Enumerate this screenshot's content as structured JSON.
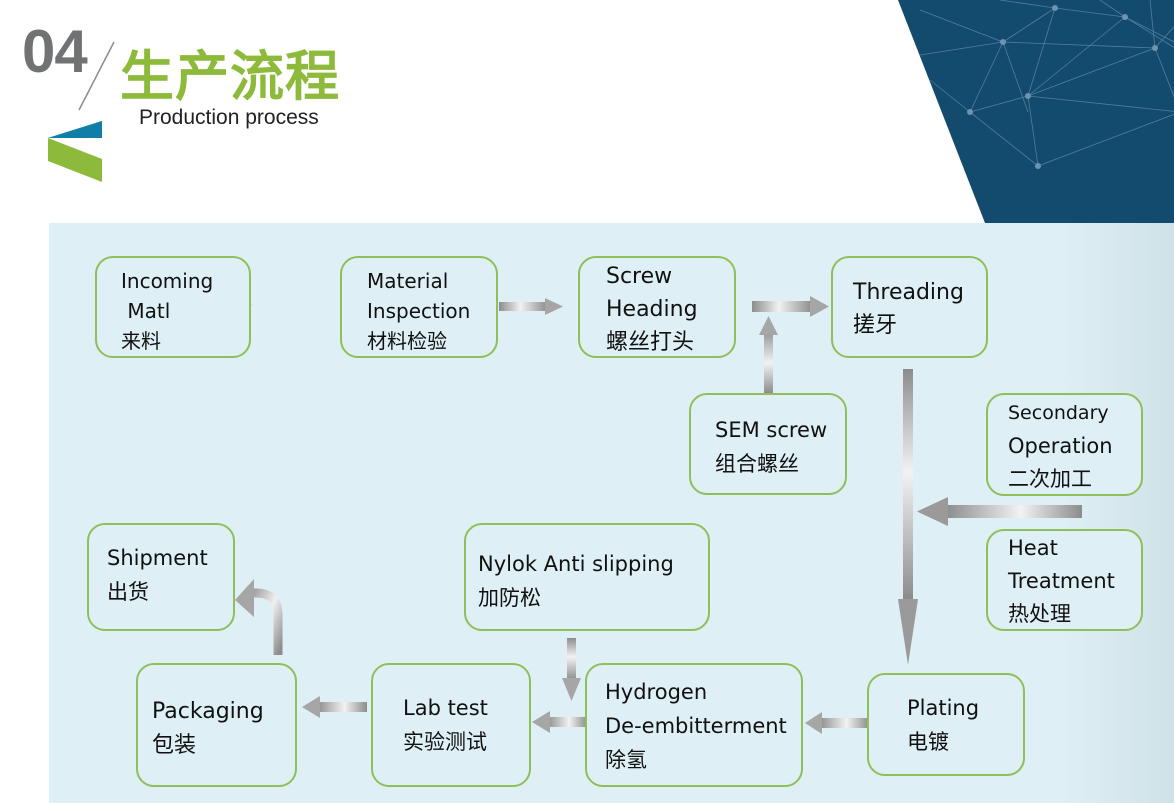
{
  "header": {
    "section_number": "04",
    "title_cn": "生产流程",
    "title_en": "Production process"
  },
  "colors": {
    "accent_green": "#8dba3b",
    "accent_blue": "#0f7fa8",
    "navy": "#144b6e",
    "panel_bg": "#def0f5",
    "node_border": "#8fbf5a"
  },
  "nodes": {
    "incoming": {
      "lines": [
        "Incoming",
        " Matl",
        "来料"
      ]
    },
    "inspection": {
      "lines": [
        "Material",
        "Inspection",
        "材料检验"
      ]
    },
    "heading": {
      "lines": [
        "Screw",
        "Heading",
        "螺丝打头"
      ]
    },
    "threading": {
      "lines": [
        "Threading",
        "搓牙"
      ]
    },
    "sem": {
      "lines": [
        "SEM screw",
        "组合螺丝"
      ]
    },
    "secondary": {
      "lines": [
        "Secondary",
        "Operation",
        "二次加工"
      ]
    },
    "heat": {
      "lines": [
        "Heat",
        "Treatment",
        "热处理"
      ]
    },
    "plating": {
      "lines": [
        "Plating",
        "电镀"
      ]
    },
    "hydrogen": {
      "lines": [
        "Hydrogen",
        "De-embitterment",
        "除氢"
      ]
    },
    "nylok": {
      "lines": [
        "Nylok Anti slipping",
        "加防松"
      ]
    },
    "labtest": {
      "lines": [
        "Lab test",
        "实验测试"
      ]
    },
    "packaging": {
      "lines": [
        "Packaging",
        "包装"
      ]
    },
    "shipment": {
      "lines": [
        "Shipment",
        "出货"
      ]
    }
  },
  "flow": [
    {
      "from": "incoming",
      "to": "inspection"
    },
    {
      "from": "inspection",
      "to": "heading"
    },
    {
      "from": "heading",
      "to": "threading"
    },
    {
      "from": "sem",
      "to": "heading-threading-link"
    },
    {
      "from": "threading",
      "to": "plating"
    },
    {
      "from": "secondary/heat",
      "to": "threading-plating-link"
    },
    {
      "from": "plating",
      "to": "hydrogen"
    },
    {
      "from": "nylok",
      "to": "hydrogen-labtest-link"
    },
    {
      "from": "hydrogen",
      "to": "labtest"
    },
    {
      "from": "labtest",
      "to": "packaging"
    },
    {
      "from": "packaging",
      "to": "shipment"
    }
  ]
}
